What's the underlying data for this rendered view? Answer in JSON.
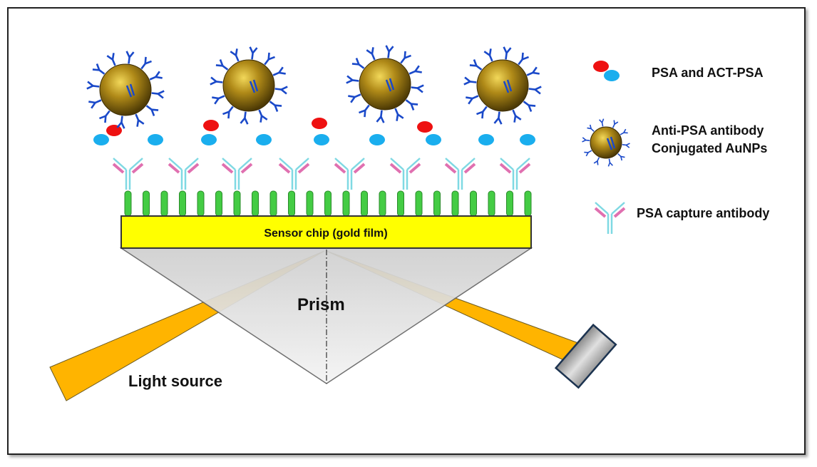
{
  "labels": {
    "chip": "Sensor chip (gold film)",
    "prism": "Prism",
    "light_source": "Light source"
  },
  "legend": [
    {
      "icon": "psa-molecule-icon",
      "text": "PSA and ACT-PSA"
    },
    {
      "icon": "antibody-aunp-icon",
      "text_lines": [
        "Anti-PSA antibody",
        "Conjugated AuNPs"
      ]
    },
    {
      "icon": "capture-antibody-icon",
      "text": "PSA capture antibody"
    }
  ],
  "colors": {
    "gold_film": "#ffff00",
    "linker": "#44cc44",
    "capture_stem": "#7fd9e3",
    "capture_arm": "#e070b0",
    "psa": "#ee1111",
    "act_psa": "#1aaeee",
    "antibody": "#1a49c9",
    "nanoparticle": "#8a6d10",
    "beam": "#ffb400",
    "prism": "#d6d6d6"
  }
}
